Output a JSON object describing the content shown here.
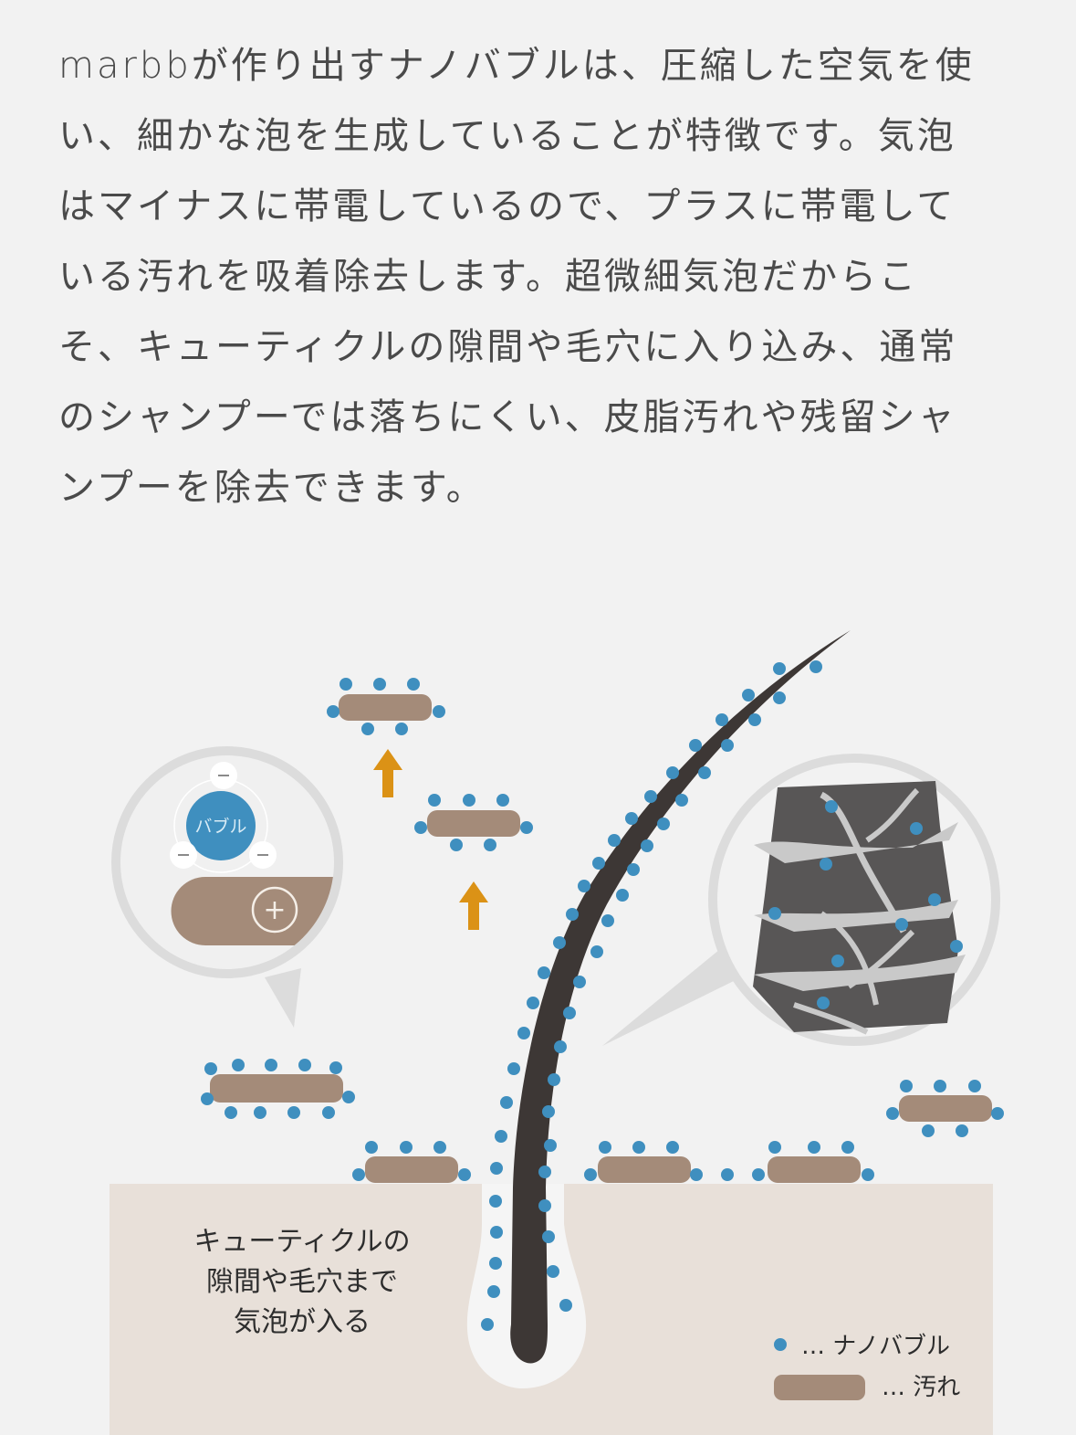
{
  "intro": {
    "lines": [
      "marbbが作り出すナノバブルは、圧縮した空気を使",
      "い、細かな泡を生成していることが特徴です。気泡",
      "はマイナスに帯電しているので、プラスに帯電して",
      "いる汚れを吸着除去します。超微細気泡だからこ",
      "そ、キューティクルの隙間や毛穴に入り込み、通常",
      "のシャンプーでは落ちにくい、皮脂汚れや残留シャ",
      "ンプーを除去できます。"
    ]
  },
  "diagram": {
    "bubble_label": "バブル",
    "minus_sign": "−",
    "plus_sign": "+",
    "caption_lines": [
      "キューティクルの",
      "隙間や毛穴まで",
      "気泡が入る"
    ],
    "legend": {
      "nanobubble": "… ナノバブル",
      "dirt": "… 汚れ"
    },
    "icons": {
      "up_arrow": "arrow-up-icon",
      "nanobubble": "dot-icon",
      "dirt": "pill-icon"
    },
    "colors": {
      "background": "#f2f2f2",
      "text": "#4a4a4a",
      "bubble": "#3f8fbf",
      "dirt": "#a48b79",
      "arrow": "#db9216",
      "hair": "#3d3735",
      "skin": "#e8e0d9",
      "cuticle_dark": "#585656",
      "cuticle_light": "#c9c9c9",
      "lens_ring": "#dcdcdc"
    }
  }
}
